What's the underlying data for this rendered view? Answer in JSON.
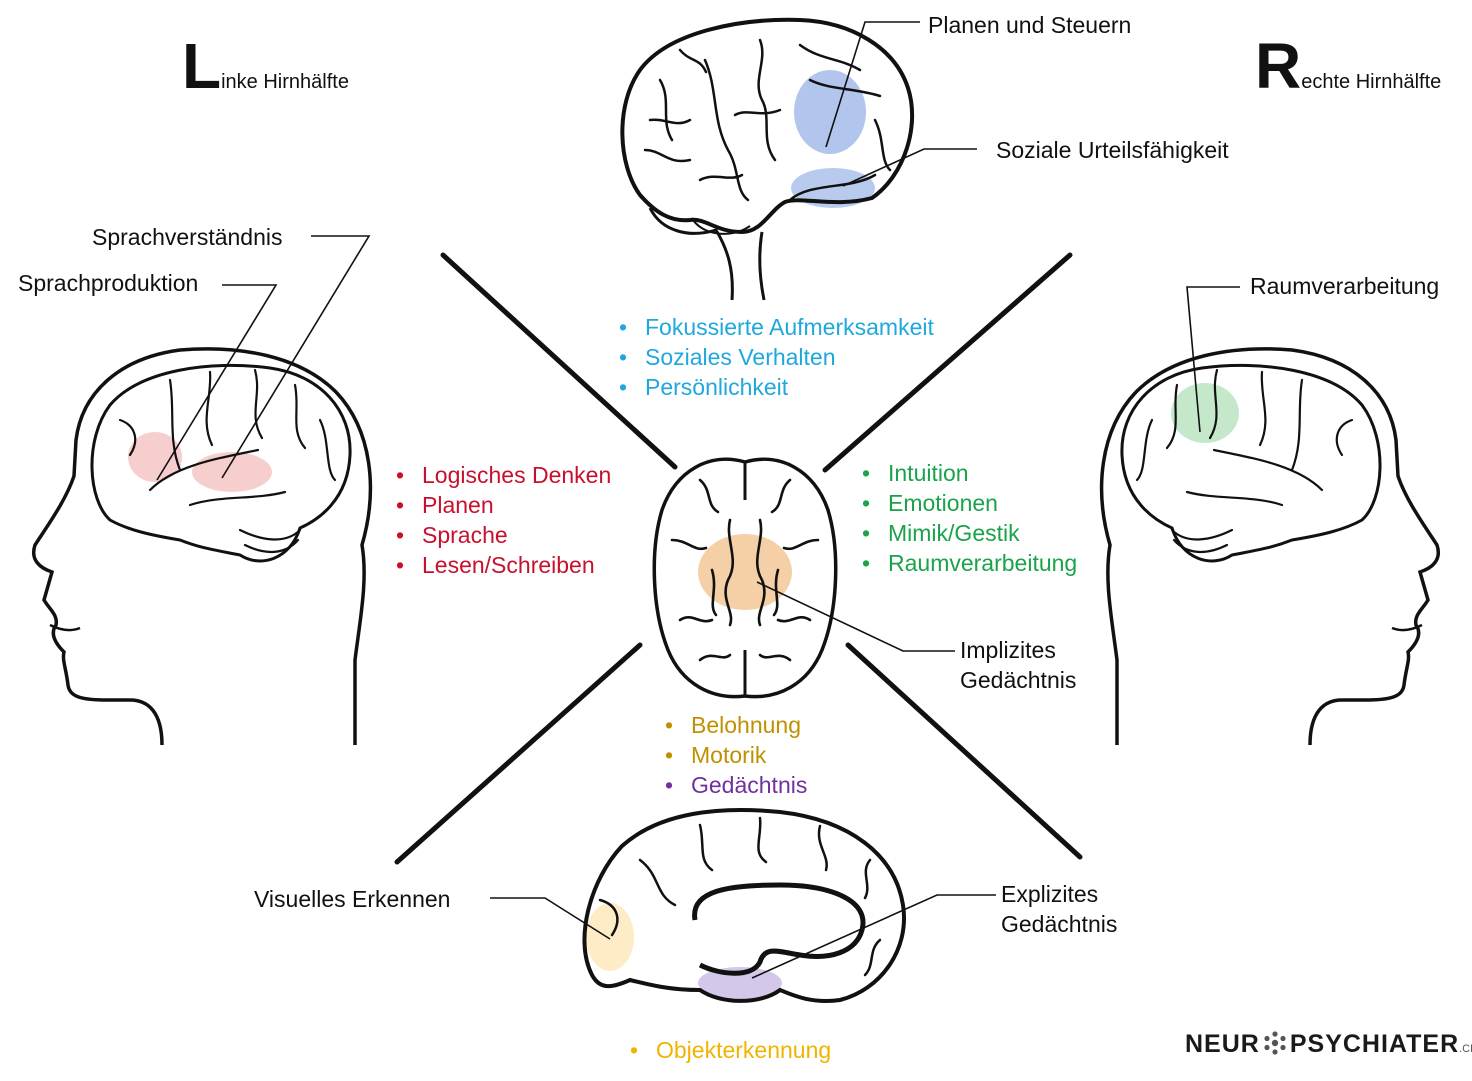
{
  "colors": {
    "frontal": "#1fa8dd",
    "left": "#c8102e",
    "right": "#1aa34a",
    "basal": "#bf9000",
    "memory": "#7030a0",
    "object": "#f0b400",
    "blueBlob": "#7e9ee0",
    "redBlob": "#eea5a5",
    "greenBlob": "#9fd8a8",
    "orangeBlob": "#f0b777",
    "yellowBlob": "#fbe0a0",
    "purpleBlob": "#b8a4dc"
  },
  "hemispheres": {
    "left": {
      "initial": "L",
      "rest": "inke Hirnhälfte"
    },
    "right": {
      "initial": "R",
      "rest": "echte Hirnhälfte"
    }
  },
  "labels": {
    "planen": "Planen und Steuern",
    "sozial": "Soziale Urteilsfähigkeit",
    "sprachverstaendnis": "Sprachverständnis",
    "sprachproduktion": "Sprachproduktion",
    "raumverarbeitung": "Raumverarbeitung",
    "implizit_1": "Implizites",
    "implizit_2": "Gedächtnis",
    "visuell": "Visuelles Erkennen",
    "explizit_1": "Explizites",
    "explizit_2": "Gedächtnis"
  },
  "lists": {
    "frontal": [
      "Fokussierte Aufmerksamkeit",
      "Soziales Verhalten",
      "Persönlichkeit"
    ],
    "left": [
      "Logisches Denken",
      "Planen",
      "Sprache",
      "Lesen/Schreiben"
    ],
    "right": [
      "Intuition",
      "Emotionen",
      "Mimik/Gestik",
      "Raumverarbeitung"
    ],
    "basal": [
      "Belohnung",
      "Motorik"
    ],
    "memory": [
      "Gedächtnis"
    ],
    "object": [
      "Objekterkennung"
    ]
  },
  "bullet": "•",
  "logo": {
    "left": "NEUR",
    "right": "PSYCHIATER",
    "suffix": ".CH"
  }
}
